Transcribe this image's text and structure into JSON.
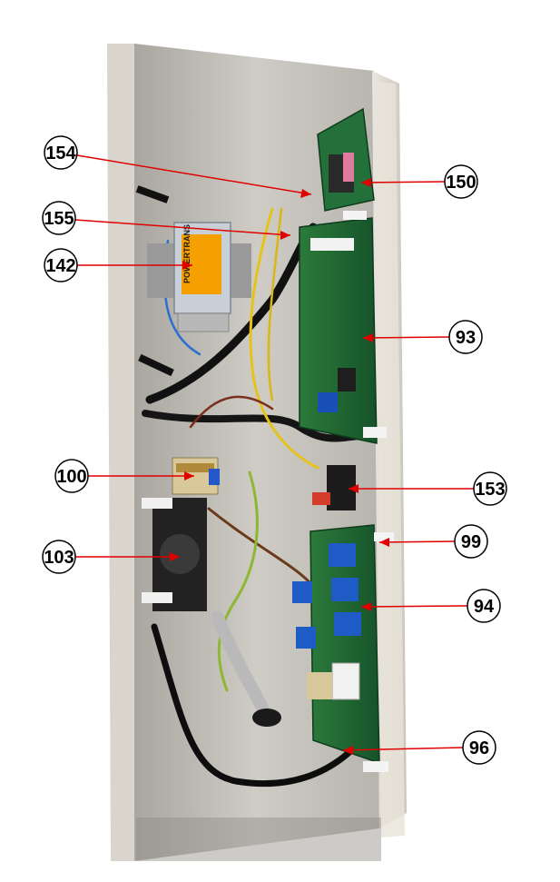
{
  "callouts": [
    {
      "label": "154"
    },
    {
      "label": "155"
    },
    {
      "label": "142"
    },
    {
      "label": "150"
    },
    {
      "label": "93"
    },
    {
      "label": "100"
    },
    {
      "label": "153"
    },
    {
      "label": "103"
    },
    {
      "label": "99"
    },
    {
      "label": "94"
    },
    {
      "label": "96"
    }
  ],
  "components": {
    "transformer_label": "POWERTRANS"
  },
  "colors": {
    "leader_line": "#e00000",
    "pcb_green": "#1f6b2e",
    "enclosure": "#c8c5bf",
    "relay_blue": "#1e5bc6"
  }
}
